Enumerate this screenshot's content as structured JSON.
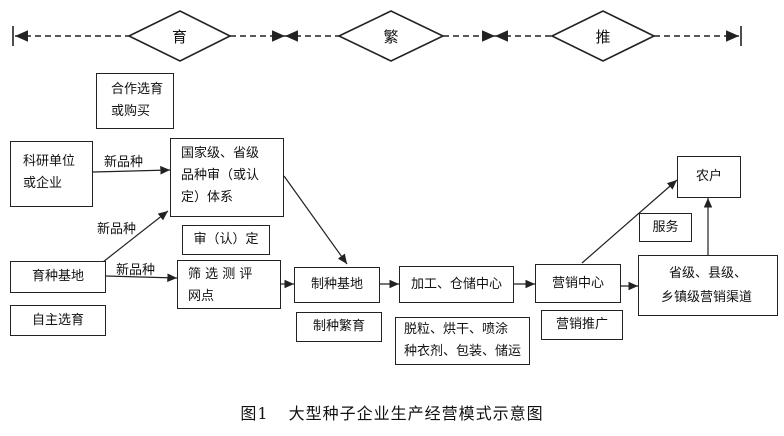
{
  "stages": [
    "育",
    "繁",
    "推"
  ],
  "boxes": {
    "select_or_buy": [
      "合作选育",
      "或购买"
    ],
    "research_unit": [
      "科研单位",
      "或企业"
    ],
    "national_system": [
      "国家级、省级",
      "品种审（或认",
      "定）体系"
    ],
    "approval": "审（认）定",
    "breeding_base": "育种基地",
    "self_breed": "自主选育",
    "screening": [
      "筛 选 测 评",
      "网点"
    ],
    "seed_base": "制种基地",
    "seed_propagation": "制种繁育",
    "processing": "加工、仓储中心",
    "processing_detail": [
      "脱粒、烘干、喷涂",
      "种衣剂、包装、储运"
    ],
    "marketing": "营销中心",
    "marketing_promo": "营销推广",
    "channels": [
      "省级、县级、",
      "乡镇级营销渠道"
    ],
    "service": "服务",
    "farmer": "农户"
  },
  "labels": {
    "new_variety_1": "新品种",
    "new_variety_2": "新品种",
    "new_variety_3": "新品种"
  },
  "caption": {
    "number": "图1",
    "title": "大型种子企业生产经营模式示意图"
  }
}
